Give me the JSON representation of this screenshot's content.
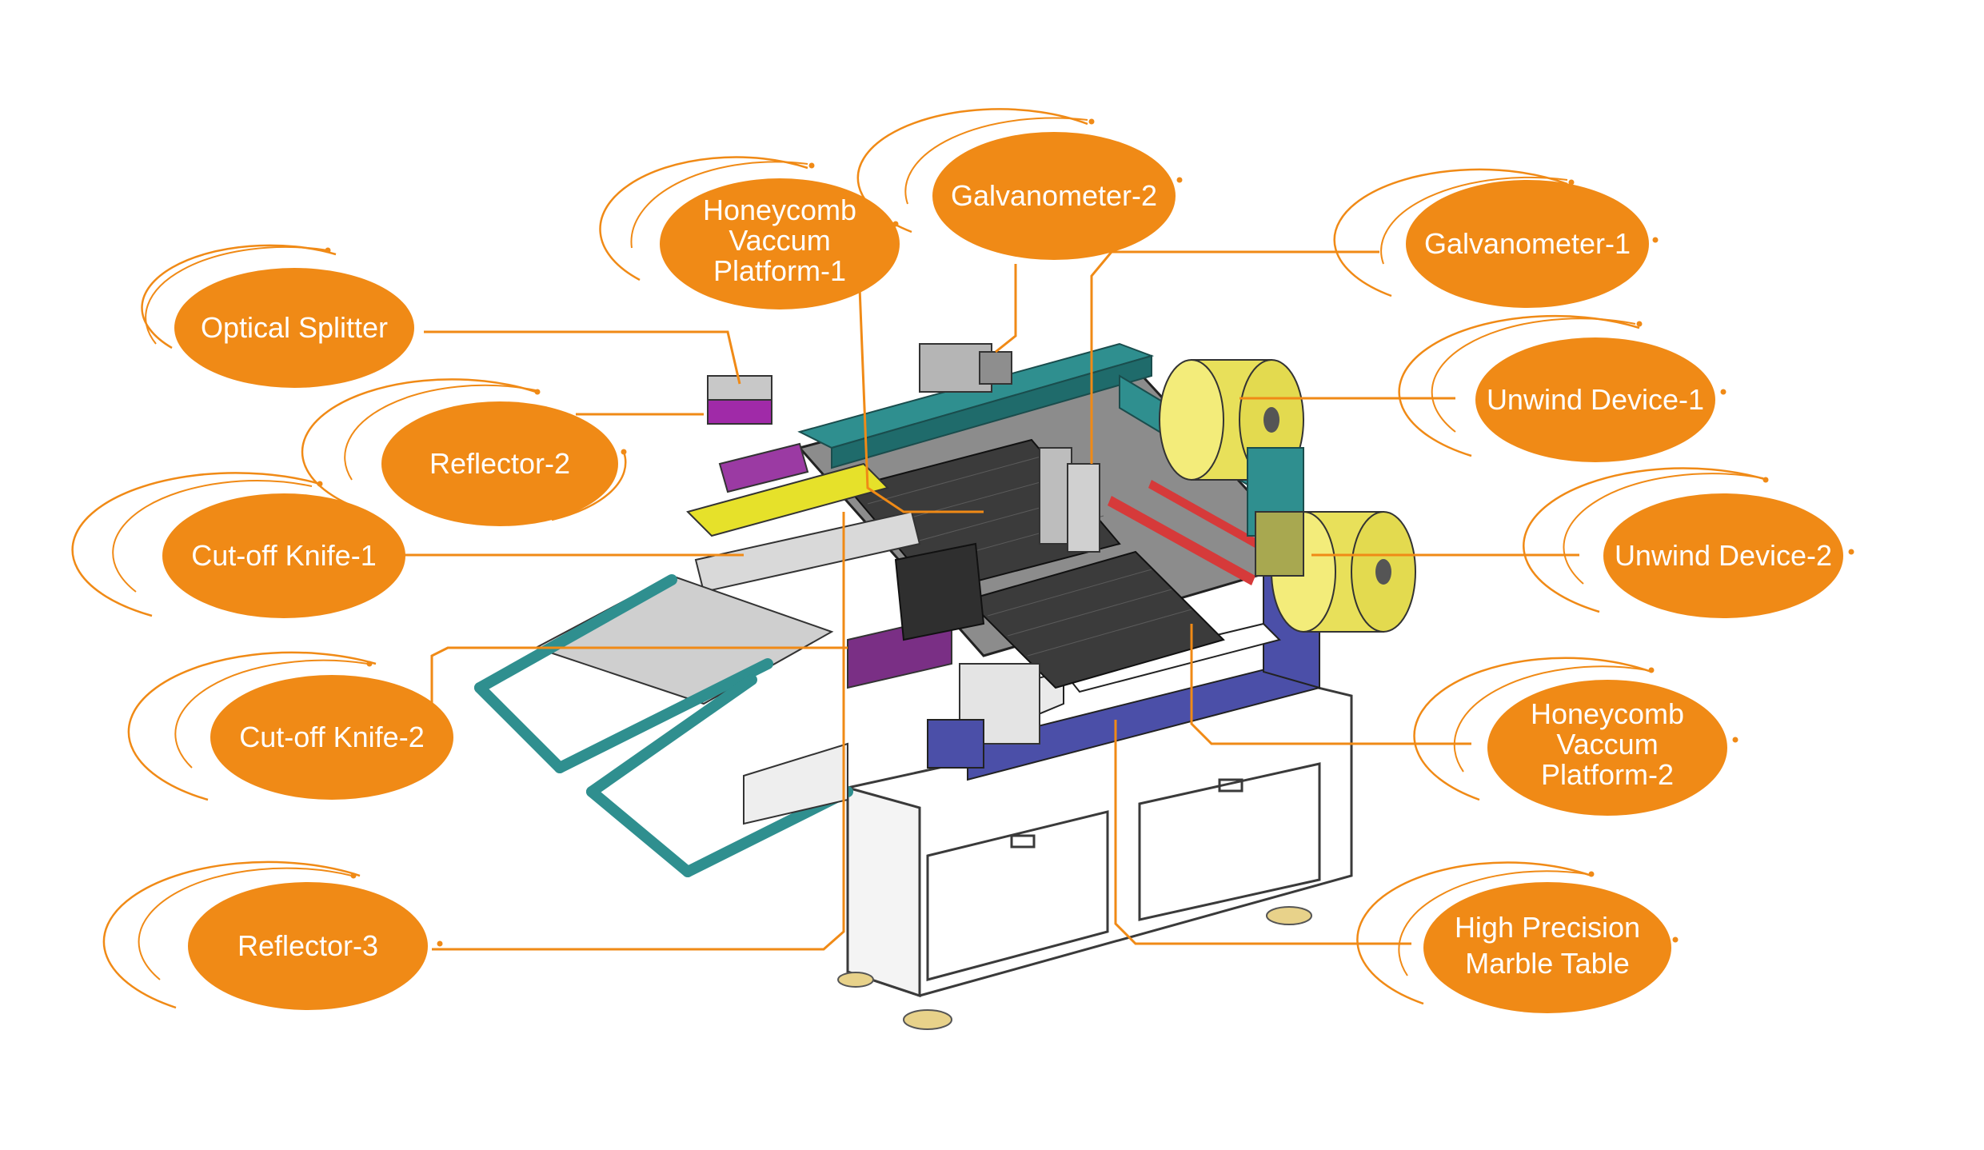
{
  "colors": {
    "callout_fill": "#f08a16",
    "leader_line": "#f08a16",
    "callout_text": "#ffffff"
  },
  "machine_illustration": "laser cutting machine rendering (decorative)",
  "callouts": {
    "optical_splitter": {
      "label": "Optical Splitter"
    },
    "reflector_2": {
      "label": "Reflector-2"
    },
    "cutoff_knife_1": {
      "label": "Cut-off Knife-1"
    },
    "cutoff_knife_2": {
      "label": "Cut-off Knife-2"
    },
    "reflector_3": {
      "label": "Reflector-3"
    },
    "honeycomb_platform_1": {
      "lines": [
        "Honeycomb",
        "Vaccum",
        "Platform-1"
      ]
    },
    "galvanometer_2": {
      "label": "Galvanometer-2"
    },
    "galvanometer_1": {
      "label": "Galvanometer-1"
    },
    "unwind_device_1": {
      "label": "Unwind Device-1"
    },
    "unwind_device_2": {
      "label": "Unwind Device-2"
    },
    "honeycomb_platform_2": {
      "lines": [
        "Honeycomb",
        "Vaccum",
        "Platform-2"
      ]
    },
    "marble_table": {
      "lines": [
        "High Precision",
        "Marble Table"
      ]
    }
  }
}
